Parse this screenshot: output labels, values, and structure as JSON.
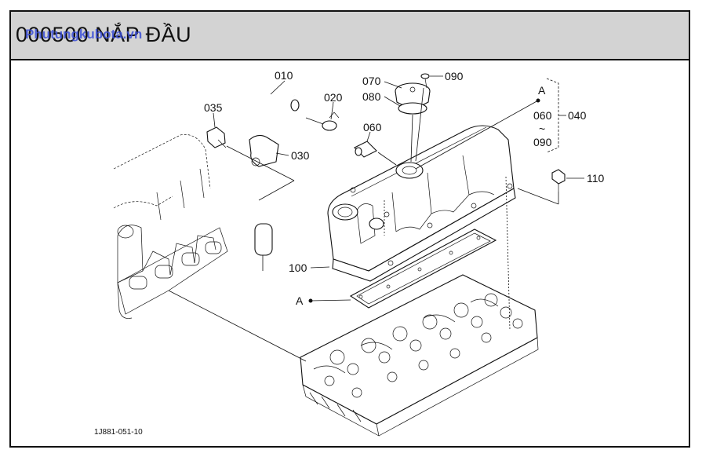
{
  "header": {
    "title": "000500 NẮP ĐẦU",
    "watermark": "Phutungkubota.vn"
  },
  "callouts": {
    "p010": "010",
    "p020": "020",
    "p030": "030",
    "p035": "035",
    "p040": "040",
    "p060": "060",
    "p060b": "060",
    "p070": "070",
    "p080": "080",
    "p090": "090",
    "p090b": "090",
    "p100": "100",
    "p110": "110",
    "refA_top": "A",
    "refA_left": "A",
    "tilde": "~"
  },
  "drawing_code": "1J881-051-10"
}
